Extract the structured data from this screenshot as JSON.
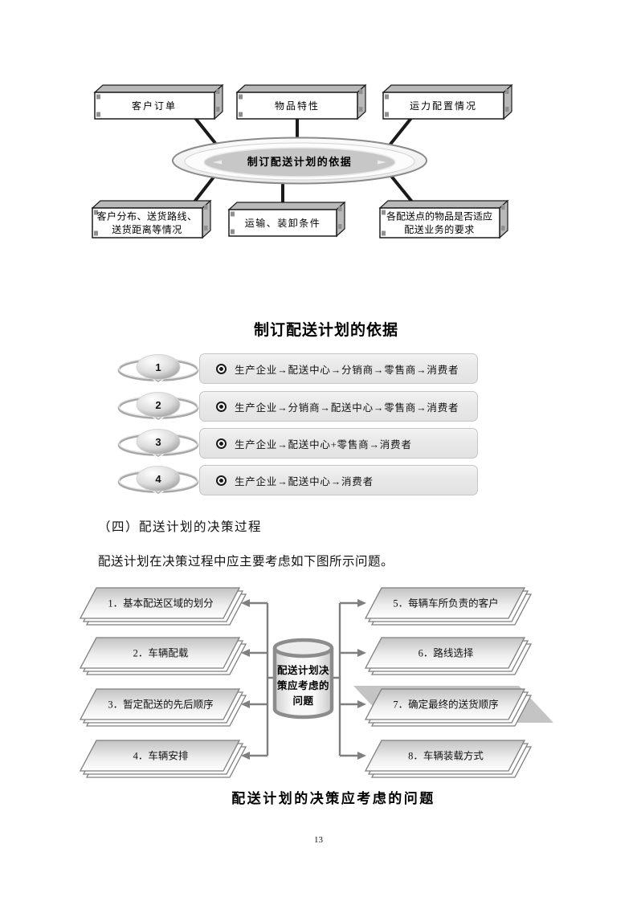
{
  "diagram1": {
    "center_label": "制订配送计划的依据",
    "boxes": [
      {
        "lines": [
          "客户订单"
        ]
      },
      {
        "lines": [
          "物品特性"
        ]
      },
      {
        "lines": [
          "运力配置情况"
        ]
      },
      {
        "lines": [
          "客户分布、送货路线、",
          "送货距离等情况"
        ]
      },
      {
        "lines": [
          "运输、装卸条件"
        ]
      },
      {
        "lines": [
          "各配送点的物品是否适应",
          "配送业务的要求"
        ]
      }
    ]
  },
  "list_section": {
    "title": "制订配送计划的依据",
    "items": [
      {
        "num": "1",
        "text": "生产企业→配送中心→分销商→零售商→消费者"
      },
      {
        "num": "2",
        "text": "生产企业→分销商→配送中心→零售商→消费者"
      },
      {
        "num": "3",
        "text": "生产企业→配送中心+零售商→消费者"
      },
      {
        "num": "4",
        "text": "生产企业→配送中心→消费者"
      }
    ]
  },
  "body": {
    "heading": "（四）配送计划的决策过程",
    "paragraph": "配送计划在决策过程中应主要考虑如下图所示问题。"
  },
  "diagram2": {
    "center_lines": [
      "配送计划决",
      "策应考虑的",
      "问题"
    ],
    "left_items": [
      "1．基本配送区域的划分",
      "2．车辆配载",
      "3．暂定配送的先后顺序",
      "4．车辆安排"
    ],
    "right_items": [
      "5．每辆车所负责的客户",
      "6．路线选择",
      "7．确定最终的送货顺序",
      "8．车辆装载方式"
    ],
    "caption": "配送计划的决策应考虑的问题"
  },
  "footer": {
    "page_number": "13"
  },
  "colors": {
    "box_face": "#b9b9b9",
    "ellipse_inner": "#c7c7c7",
    "connector": "#1a1a1a",
    "arrow_gray": "#7f7f7f"
  }
}
